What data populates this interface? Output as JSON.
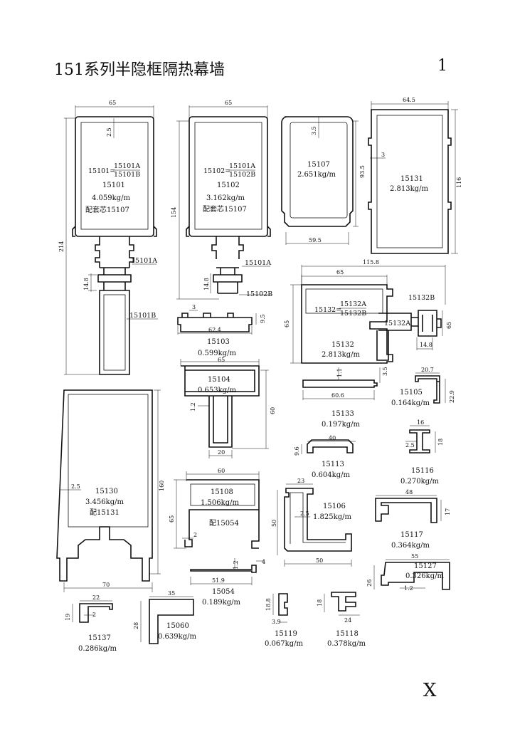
{
  "title": "151系列半隐框隔热幕墙",
  "page_number": "1",
  "corner_mark": "X",
  "profiles": {
    "p15101": {
      "formula_left": "15101=",
      "formula_top": "15101A",
      "formula_bottom": "15101B",
      "code": "15101",
      "weight": "4.059kg/m",
      "note": "配套芯15107",
      "part_a": "15101A",
      "part_b": "15101B",
      "dim_width": "65",
      "dim_height": "214",
      "dim_wall": "2.5",
      "dim_gap": "14.8"
    },
    "p15102": {
      "formula_left": "15102=",
      "formula_top": "15101A",
      "formula_bottom": "15102B",
      "code": "15102",
      "weight": "3.162kg/m",
      "note": "配套芯15107",
      "part_a": "15101A",
      "part_b": "15102B",
      "dim_width": "65",
      "dim_height": "154",
      "dim_gap": "14.8"
    },
    "p15107": {
      "code": "15107",
      "weight": "2.651kg/m",
      "dim_width": "59.5",
      "dim_height": "93.5",
      "dim_wall": "3.5"
    },
    "p15131": {
      "code": "15131",
      "weight": "2.813kg/m",
      "dim_width": "64.5",
      "dim_height": "116",
      "dim_wall": "3"
    },
    "p15132": {
      "formula_left": "15132=",
      "formula_top": "15132A",
      "formula_bottom": "15132B",
      "code": "15132",
      "weight": "2.813kg/m",
      "part_a": "15132A",
      "part_b": "15132B",
      "dim_width": "115.8",
      "dim_inner": "65",
      "dim_height_left": "65",
      "dim_height_right": "65",
      "dim_gap": "14.8"
    },
    "p15103": {
      "code": "15103",
      "weight": "0.599kg/m",
      "dim_width": "62.4",
      "dim_a": "3",
      "dim_b": "9.5"
    },
    "p15104": {
      "code": "15104",
      "weight": "0.653kg/m",
      "dim_width": "65",
      "dim_height": "60",
      "dim_base": "20",
      "dim_wall": "1.2"
    },
    "p15133": {
      "code": "15133",
      "weight": "0.197kg/m",
      "dim_width": "60.6",
      "dim_a": "1.1",
      "dim_b": "3.5"
    },
    "p15105": {
      "code": "15105",
      "weight": "0.164kg/m",
      "dim_width": "20.7",
      "dim_height": "22.9"
    },
    "p15113": {
      "code": "15113",
      "weight": "0.604kg/m",
      "dim_width": "40",
      "dim_height": "9.6"
    },
    "p15116": {
      "code": "15116",
      "weight": "0.270kg/m",
      "dim_width": "16",
      "dim_height": "18",
      "dim_wall": "2.5"
    },
    "p15130": {
      "code": "15130",
      "weight": "3.456kg/m",
      "note": "配15131",
      "dim_width": "70",
      "dim_height": "160",
      "dim_wall": "2.5"
    },
    "p15108": {
      "code": "15108",
      "weight": "1.506kg/m",
      "note": "配15054",
      "dim_width": "60",
      "dim_height": "65",
      "dim_wall": "2"
    },
    "p15106": {
      "code": "15106",
      "weight": "1.825kg/m",
      "dim_top": "23",
      "dim_width": "50",
      "dim_height": "50",
      "dim_wall": "2.5"
    },
    "p15117": {
      "code": "15117",
      "weight": "0.364kg/m",
      "dim_width": "48",
      "dim_height": "17"
    },
    "p15054": {
      "code": "15054",
      "weight": "0.189kg/m",
      "dim_width": "51.9",
      "dim_a": "1.2",
      "dim_b": "4"
    },
    "p15127": {
      "code": "15127",
      "weight": "0.326kg/m",
      "dim_width": "55",
      "dim_height": "26",
      "dim_wall": "1.2"
    },
    "p15137": {
      "code": "15137",
      "weight": "0.286kg/m",
      "dim_width": "22",
      "dim_height": "19",
      "dim_wall": "2"
    },
    "p15060": {
      "code": "15060",
      "weight": "0.639kg/m",
      "dim_width": "35",
      "dim_height": "28"
    },
    "p15119": {
      "code": "15119",
      "weight": "0.067kg/m",
      "dim_height": "18.8",
      "dim_width": "3.9"
    },
    "p15118": {
      "code": "15118",
      "weight": "0.378kg/m",
      "dim_height": "18",
      "dim_width": "24"
    }
  }
}
